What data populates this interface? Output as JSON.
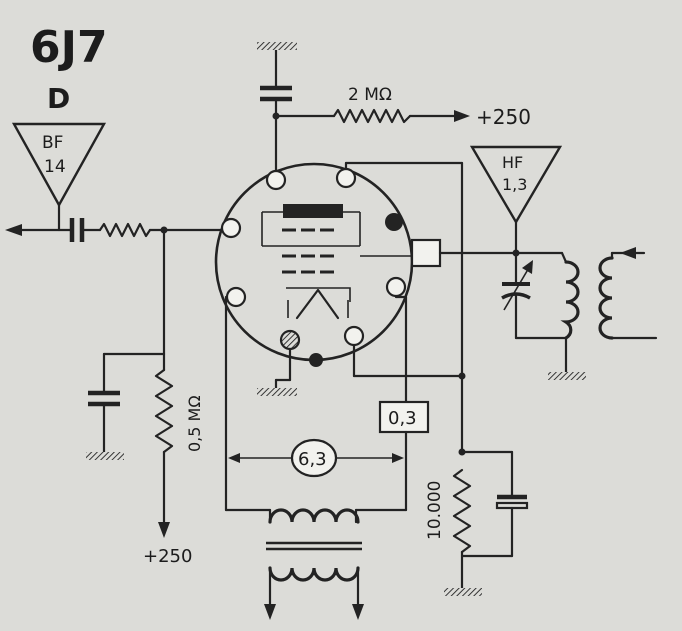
{
  "tube": {
    "title": "6J7",
    "code": "D"
  },
  "output_meter": {
    "line1": "BF",
    "line2": "14"
  },
  "input_meter": {
    "line1": "HF",
    "line2": "1,3"
  },
  "plate_resistor": "2 MΩ",
  "plate_supply": "+250",
  "grid_resistor": "0,5 MΩ",
  "grid_supply": "+250",
  "cathode_resistor": "10.000",
  "filament_current": "0,3",
  "heater_voltage": "6,3"
}
